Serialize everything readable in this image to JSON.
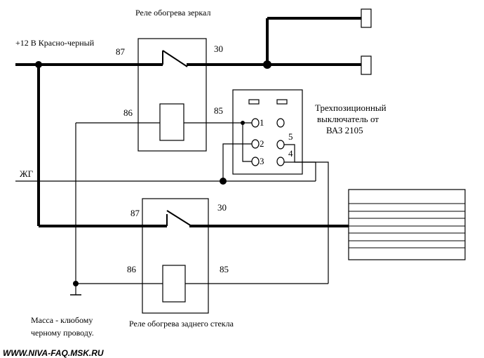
{
  "labels": {
    "mirror_relay_title": "Реле обогрева зеркал",
    "rear_relay_title": "Реле обогрева заднего стекла",
    "power_feed": "+12 В Красно-черный",
    "zhg": "ЖГ",
    "switch_title": [
      "Трехпозиционный",
      "выключатель от",
      "ВАЗ 2105"
    ],
    "ground_note": [
      "Масса - клюбому",
      "черному проводу."
    ],
    "footer_url": "WWW.NIVA-FAQ.MSK.RU"
  },
  "mirror_relay": {
    "pin_in": "87",
    "pin_out": "30",
    "coil_left": "86",
    "coil_right": "85"
  },
  "rear_relay": {
    "pin_in": "87",
    "pin_out": "30",
    "coil_left": "86",
    "coil_right": "85"
  },
  "switch_pins": [
    "1",
    "2",
    "3",
    "5",
    "4"
  ],
  "colors": {
    "line": "#000000",
    "background": "#ffffff"
  }
}
